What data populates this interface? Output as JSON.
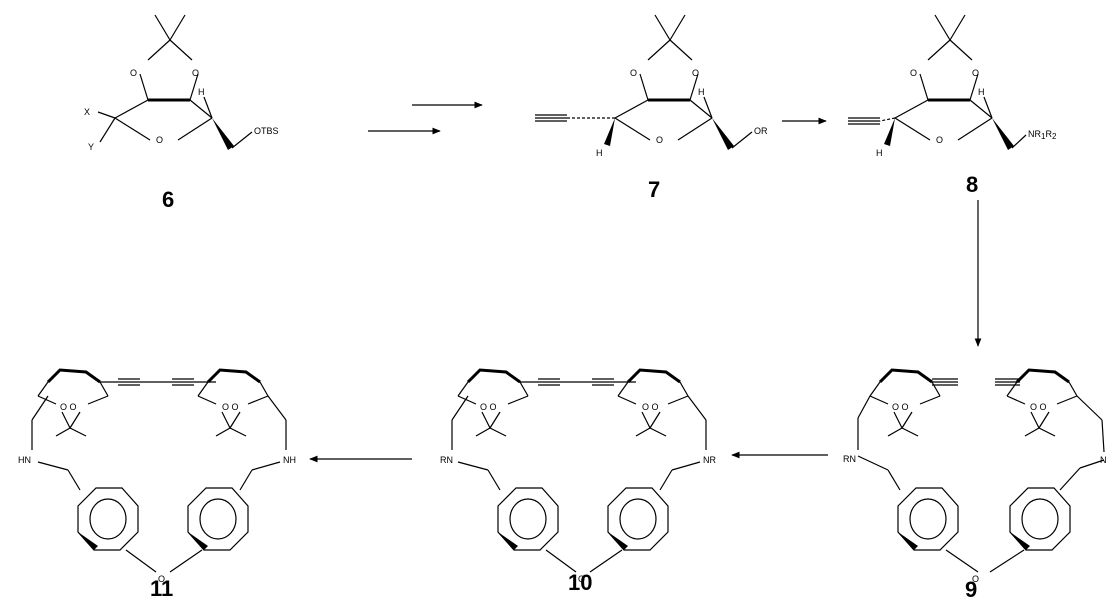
{
  "compounds": {
    "c6": {
      "number": "6",
      "x": "X",
      "y": "Y",
      "h": "H",
      "o_ring": "O",
      "o1": "O",
      "o2": "O",
      "otbs": "OTBS"
    },
    "c7": {
      "number": "7",
      "h1": "H",
      "h2": "H",
      "o_ring": "O",
      "o1": "O",
      "o2": "O",
      "or": "OR"
    },
    "c8": {
      "number": "8",
      "h1": "H",
      "h2": "H",
      "o_ring": "O",
      "o1": "O",
      "o2": "O",
      "amine": "NR",
      "sub1": "1",
      "r2": "R",
      "sub2": "2"
    },
    "c9": {
      "number": "9",
      "rn": "RN",
      "n_right": "N",
      "o_ether": "O",
      "oo_left": "O O",
      "oo_right": "O O"
    },
    "c10": {
      "number": "10",
      "rn": "RN",
      "nr": "NR",
      "o_ether": "O",
      "oo_left": "O O",
      "oo_right": "O O"
    },
    "c11": {
      "number": "11",
      "hn": "HN",
      "nh": "NH",
      "o_ether": "O",
      "oo_left": "O O",
      "oo_right": "O O"
    }
  },
  "arrows": [
    "6→7 (multi-step)",
    "7→8",
    "8→9",
    "9→10",
    "10→11"
  ]
}
